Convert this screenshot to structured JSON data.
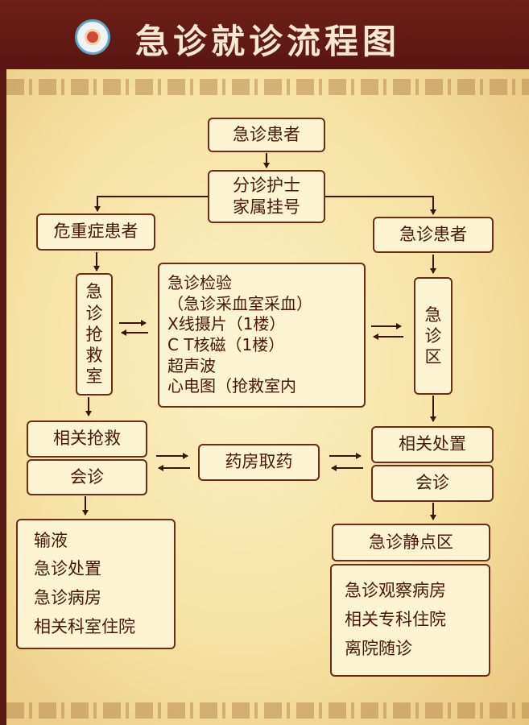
{
  "header": {
    "title": "急诊就诊流程图"
  },
  "colors": {
    "header_bg": "#5a1611",
    "board_bg": "#f8e7b0",
    "box_border": "#6b2d14",
    "text": "#4a1608"
  },
  "flow": {
    "start": "急诊患者",
    "triage": {
      "line1": "分诊护士",
      "line2": "家属挂号"
    },
    "critical": "危重症患者",
    "regular": "急诊患者",
    "rescue_room": [
      "急",
      "诊",
      "抢",
      "救",
      "室"
    ],
    "tests": [
      "急诊检验",
      "（急诊采血室采血）",
      "X线摄片（1楼）",
      "C T核磁（1楼）",
      "超声波",
      "心电图（抢救室内"
    ],
    "er_area": [
      "急",
      "诊",
      "区"
    ],
    "left_actions": {
      "rescue": "相关抢救",
      "consult": "会诊"
    },
    "pharmacy": "药房取药",
    "right_actions": {
      "treatment": "相关处置",
      "consult": "会诊"
    },
    "left_outcomes": [
      "输液",
      "急诊处置",
      "急诊病房",
      "相关科室住院"
    ],
    "infusion_area": "急诊静点区",
    "right_outcomes": [
      "急诊观察病房",
      "相关专科住院",
      "离院随诊"
    ]
  }
}
